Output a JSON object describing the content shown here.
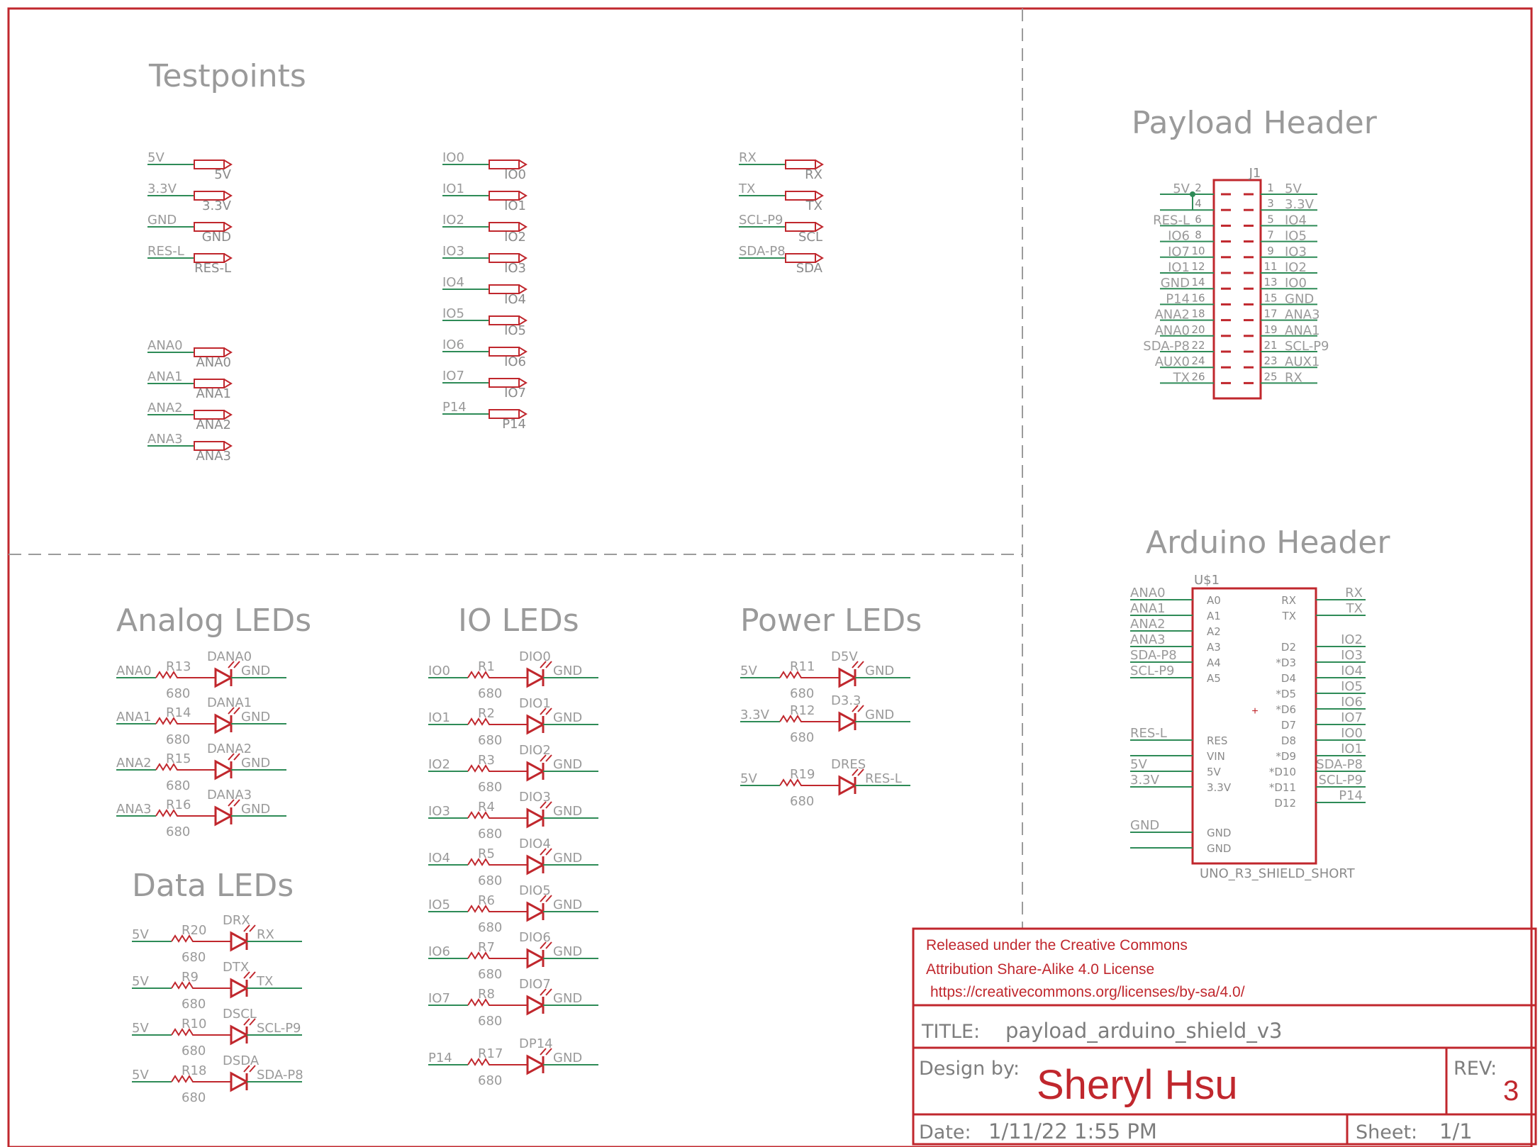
{
  "colors": {
    "frame": "#c0272d",
    "wire": "#2e8b57",
    "part": "#c0272d",
    "text": "#9a9a9a",
    "dash": "#9b9b9b"
  },
  "sections": {
    "testpoints": "Testpoints",
    "payload_header": "Payload Header",
    "arduino_header": "Arduino Header",
    "analog_leds": "Analog LEDs",
    "io_leds": "IO LEDs",
    "power_leds": "Power LEDs",
    "data_leds": "Data LEDs"
  },
  "testpoints": {
    "group1": [
      [
        "5V",
        "5V"
      ],
      [
        "3.3V",
        "3.3V"
      ],
      [
        "GND",
        "GND"
      ],
      [
        "RES-L",
        "RES-L"
      ]
    ],
    "group2": [
      [
        "ANA0",
        "ANA0"
      ],
      [
        "ANA1",
        "ANA1"
      ],
      [
        "ANA2",
        "ANA2"
      ],
      [
        "ANA3",
        "ANA3"
      ]
    ],
    "group3": [
      [
        "IO0",
        "IO0"
      ],
      [
        "IO1",
        "IO1"
      ],
      [
        "IO2",
        "IO2"
      ],
      [
        "IO3",
        "IO3"
      ],
      [
        "IO4",
        "IO4"
      ],
      [
        "IO5",
        "IO5"
      ],
      [
        "IO6",
        "IO6"
      ],
      [
        "IO7",
        "IO7"
      ],
      [
        "P14",
        "P14"
      ]
    ],
    "group4": [
      [
        "RX",
        "RX"
      ],
      [
        "TX",
        "TX"
      ],
      [
        "SCL-P9",
        "SCL"
      ],
      [
        "SDA-P8",
        "SDA"
      ]
    ]
  },
  "payload_header": {
    "ref": "J1",
    "left": [
      [
        "5V",
        "2"
      ],
      [
        "",
        "4"
      ],
      [
        "RES-L",
        "6"
      ],
      [
        "IO6",
        "8"
      ],
      [
        "IO7",
        "10"
      ],
      [
        "IO1",
        "12"
      ],
      [
        "GND",
        "14"
      ],
      [
        "P14",
        "16"
      ],
      [
        "ANA2",
        "18"
      ],
      [
        "ANA0",
        "20"
      ],
      [
        "SDA-P8",
        "22"
      ],
      [
        "AUX0",
        "24"
      ],
      [
        "TX",
        "26"
      ]
    ],
    "right": [
      [
        "1",
        "5V"
      ],
      [
        "3",
        "3.3V"
      ],
      [
        "5",
        "IO4"
      ],
      [
        "7",
        "IO5"
      ],
      [
        "9",
        "IO3"
      ],
      [
        "11",
        "IO2"
      ],
      [
        "13",
        "IO0"
      ],
      [
        "15",
        "GND"
      ],
      [
        "17",
        "ANA3"
      ],
      [
        "19",
        "ANA1"
      ],
      [
        "21",
        "SCL-P9"
      ],
      [
        "23",
        "AUX1"
      ],
      [
        "25",
        "RX"
      ]
    ]
  },
  "arduino_header": {
    "ref": "U$1",
    "part_name": "UNO_R3_SHIELD_SHORT",
    "left_pins": [
      [
        "ANA0",
        "A0"
      ],
      [
        "ANA1",
        "A1"
      ],
      [
        "ANA2",
        "A2"
      ],
      [
        "ANA3",
        "A3"
      ],
      [
        "SDA-P8",
        "A4"
      ],
      [
        "SCL-P9",
        "A5"
      ],
      [
        "RES-L",
        "RES"
      ],
      [
        "",
        "VIN"
      ],
      [
        "5V",
        "5V"
      ],
      [
        "3.3V",
        "3.3V"
      ],
      [
        "GND",
        "GND"
      ],
      [
        "",
        "GND"
      ]
    ],
    "right_pins": [
      [
        "RX",
        "RX"
      ],
      [
        "TX",
        "TX"
      ],
      [
        "D2",
        "IO2"
      ],
      [
        "*D3",
        "IO3"
      ],
      [
        "D4",
        "IO4"
      ],
      [
        "*D5",
        "IO5"
      ],
      [
        "*D6",
        "IO6"
      ],
      [
        "D7",
        "IO7"
      ],
      [
        "D8",
        "IO0"
      ],
      [
        "*D9",
        "IO1"
      ],
      [
        "*D10",
        "SDA-P8"
      ],
      [
        "*D11",
        "SCL-P9"
      ],
      [
        "D12",
        "P14"
      ]
    ]
  },
  "analog_leds": [
    {
      "in": "ANA0",
      "r": "R13",
      "rv": "680",
      "d": "DANA0",
      "out": "GND"
    },
    {
      "in": "ANA1",
      "r": "R14",
      "rv": "680",
      "d": "DANA1",
      "out": "GND"
    },
    {
      "in": "ANA2",
      "r": "R15",
      "rv": "680",
      "d": "DANA2",
      "out": "GND"
    },
    {
      "in": "ANA3",
      "r": "R16",
      "rv": "680",
      "d": "DANA3",
      "out": "GND"
    }
  ],
  "io_leds": [
    {
      "in": "IO0",
      "r": "R1",
      "rv": "680",
      "d": "DIO0",
      "out": "GND"
    },
    {
      "in": "IO1",
      "r": "R2",
      "rv": "680",
      "d": "DIO1",
      "out": "GND"
    },
    {
      "in": "IO2",
      "r": "R3",
      "rv": "680",
      "d": "DIO2",
      "out": "GND"
    },
    {
      "in": "IO3",
      "r": "R4",
      "rv": "680",
      "d": "DIO3",
      "out": "GND"
    },
    {
      "in": "IO4",
      "r": "R5",
      "rv": "680",
      "d": "DIO4",
      "out": "GND"
    },
    {
      "in": "IO5",
      "r": "R6",
      "rv": "680",
      "d": "DIO5",
      "out": "GND"
    },
    {
      "in": "IO6",
      "r": "R7",
      "rv": "680",
      "d": "DIO6",
      "out": "GND"
    },
    {
      "in": "IO7",
      "r": "R8",
      "rv": "680",
      "d": "DIO7",
      "out": "GND"
    },
    {
      "in": "P14",
      "r": "R17",
      "rv": "680",
      "d": "DP14",
      "out": "GND"
    }
  ],
  "power_leds": [
    {
      "in": "5V",
      "r": "R11",
      "rv": "680",
      "d": "D5V",
      "out": "GND"
    },
    {
      "in": "3.3V",
      "r": "R12",
      "rv": "680",
      "d": "D3.3",
      "out": "GND"
    },
    {
      "in": "5V",
      "r": "R19",
      "rv": "680",
      "d": "DRES",
      "out": "RES-L"
    }
  ],
  "data_leds": [
    {
      "in": "5V",
      "r": "R20",
      "rv": "680",
      "d": "DRX",
      "out": "RX"
    },
    {
      "in": "5V",
      "r": "R9",
      "rv": "680",
      "d": "DTX",
      "out": "TX"
    },
    {
      "in": "5V",
      "r": "R10",
      "rv": "680",
      "d": "DSCL",
      "out": "SCL-P9"
    },
    {
      "in": "5V",
      "r": "R18",
      "rv": "680",
      "d": "DSDA",
      "out": "SDA-P8"
    }
  ],
  "title_block": {
    "license_line1": "Released under the Creative Commons",
    "license_line2": "Attribution Share-Alike 4.0 License",
    "license_url": "https://creativecommons.org/licenses/by-sa/4.0/",
    "title_label": "TITLE:",
    "title_value": "payload_arduino_shield_v3",
    "design_label": "Design by:",
    "designer": "Sheryl Hsu",
    "rev_label": "REV:",
    "rev_value": "3",
    "date_label": "Date:",
    "date_value": "1/11/22 1:55 PM",
    "sheet_label": "Sheet:",
    "sheet_value": "1/1"
  }
}
